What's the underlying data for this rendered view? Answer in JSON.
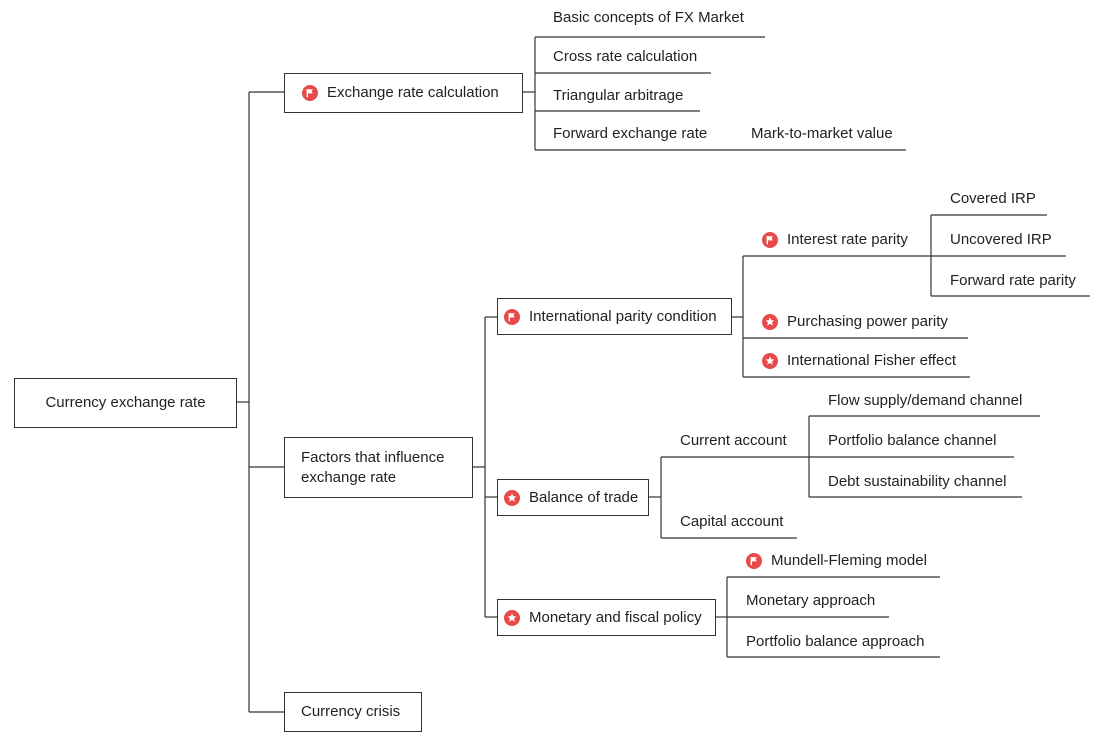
{
  "colors": {
    "line": "#333333",
    "icon": "#e84a4a"
  },
  "root": {
    "label": "Currency exchange rate"
  },
  "exchange_rate_calculation": {
    "label": "Exchange rate calculation",
    "icon": "flag-icon",
    "children": {
      "basic": "Basic concepts of FX Market",
      "cross": "Cross rate calculation",
      "triangular": "Triangular arbitrage",
      "forward": "Forward exchange rate",
      "mtm": "Mark-to-market value"
    }
  },
  "factors": {
    "label_line1": "Factors that influence",
    "label_line2": "exchange rate",
    "parity": {
      "label": "International parity condition",
      "icon": "flag-icon",
      "irp": {
        "label": "Interest rate parity",
        "icon": "flag-icon",
        "covered": "Covered IRP",
        "uncovered": "Uncovered IRP",
        "forward_parity": "Forward rate parity"
      },
      "ppp": {
        "label": "Purchasing power parity",
        "icon": "star-icon"
      },
      "fisher": {
        "label": "International Fisher effect",
        "icon": "star-icon"
      }
    },
    "trade": {
      "label": "Balance of trade",
      "icon": "star-icon",
      "current": {
        "label": "Current account",
        "flow": "Flow supply/demand channel",
        "portfolio": "Portfolio balance channel",
        "debt": "Debt sustainability channel"
      },
      "capital": "Capital account"
    },
    "policy": {
      "label": "Monetary and fiscal policy",
      "icon": "star-icon",
      "mundell": {
        "label": "Mundell-Fleming model",
        "icon": "flag-icon"
      },
      "monetary": "Monetary approach",
      "portfolio": "Portfolio balance approach"
    }
  },
  "crisis": {
    "label": "Currency crisis"
  }
}
